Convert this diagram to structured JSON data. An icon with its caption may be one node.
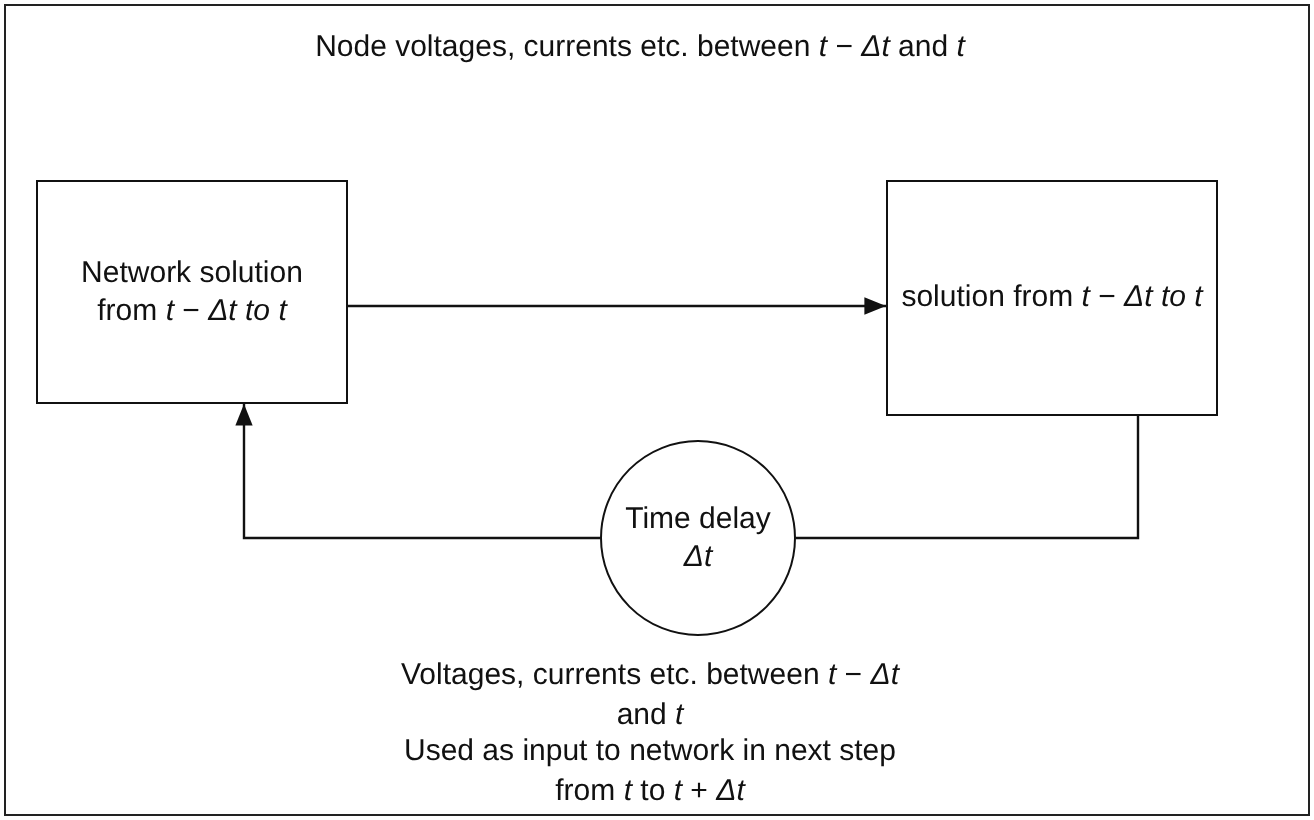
{
  "diagram": {
    "nodes": [
      {
        "text": [
          "Network solution from *t* − *Δt* *to* *t*"
        ]
      },
      {
        "text": [
          "solution from *t* − *Δt* *to* *t*"
        ]
      },
      {
        "text": [
          "Time delay *Δt*"
        ]
      }
    ],
    "edges": [
      {
        "from": 0,
        "to": 1,
        "arrow": "to"
      },
      {
        "from": 1,
        "to": 2,
        "arrow": "none"
      },
      {
        "from": 2,
        "to": 0,
        "arrow": "to"
      }
    ],
    "labels": [
      "Node voltages, currents etc. between *t* − *Δt* and *t*",
      "Voltages, currents etc. between *t* − *Δt* and *t*",
      "Used as input to network in next step from *t* to *t* + *Δt*"
    ]
  }
}
